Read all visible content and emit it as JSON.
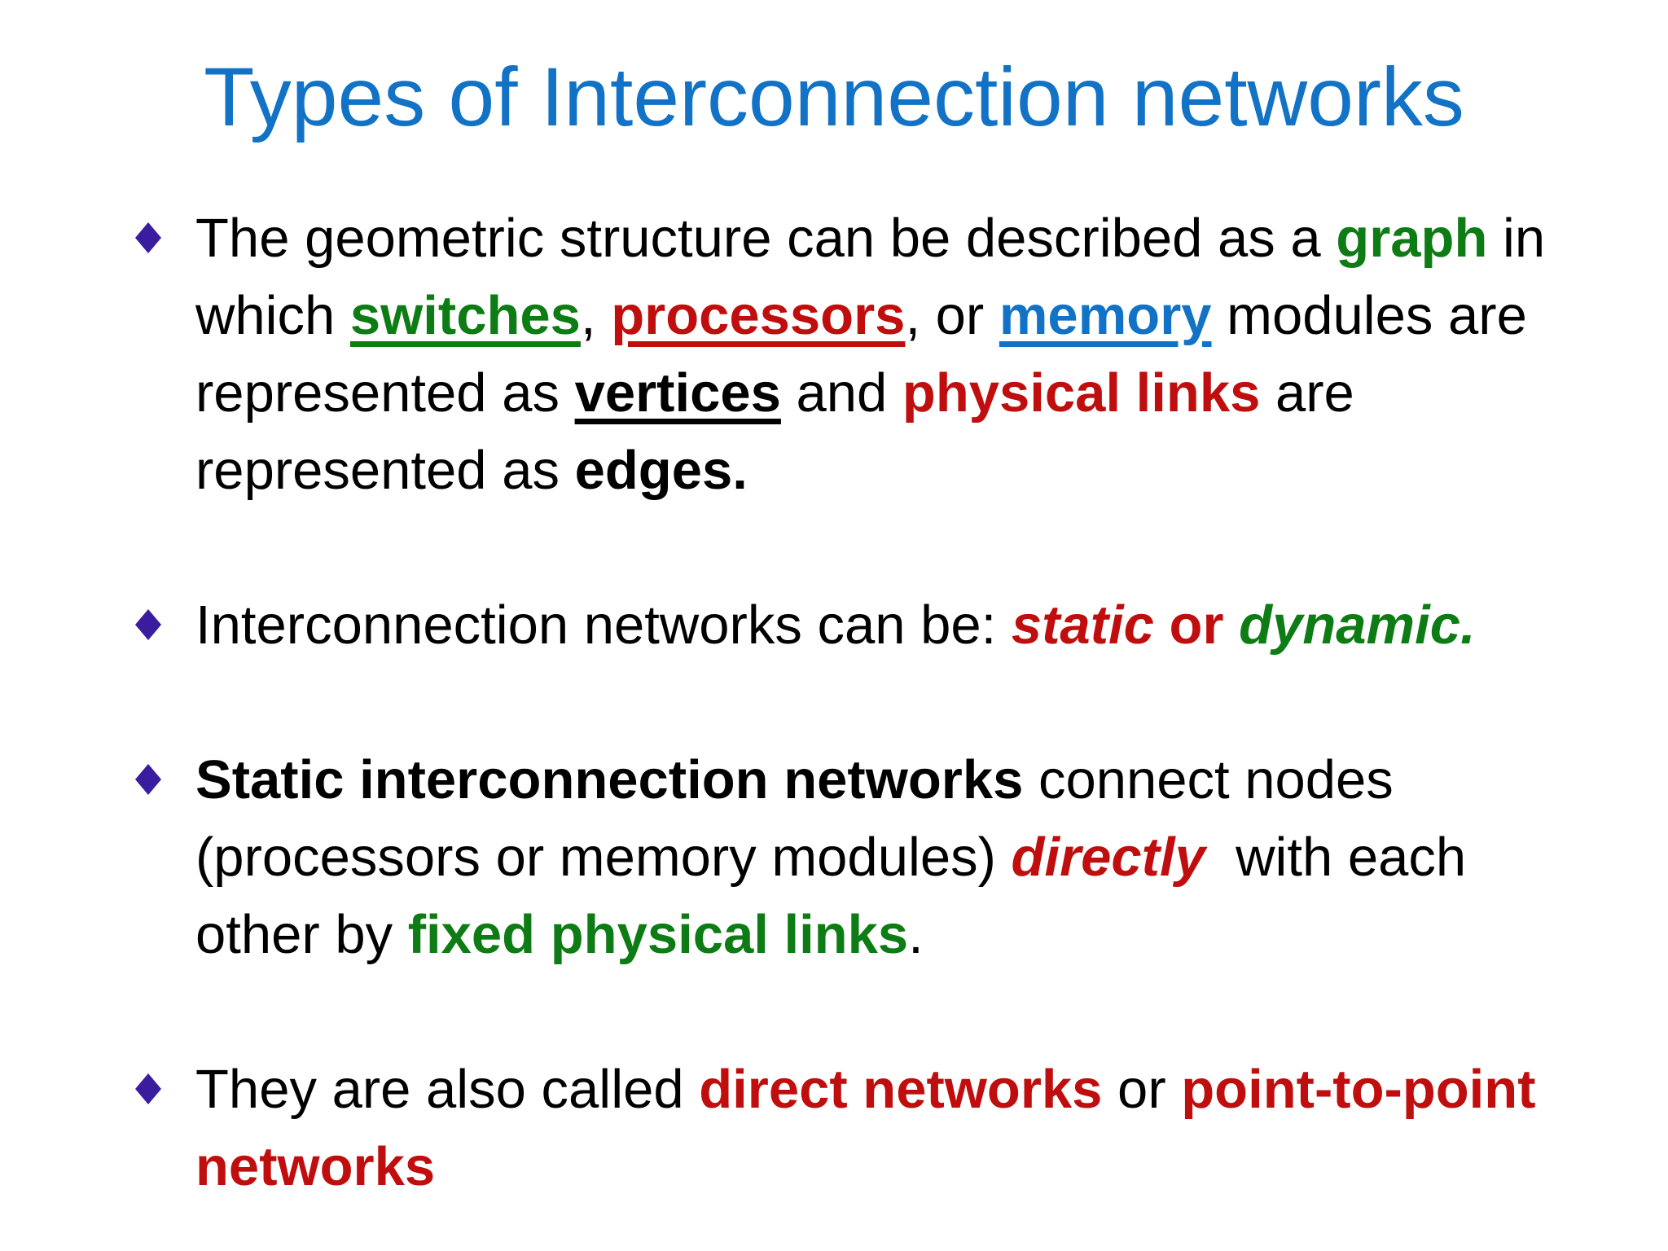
{
  "title": "Types of Interconnection networks",
  "colors": {
    "title_blue": "#1273c6",
    "red": "#c00d0d",
    "green": "#0e7c14",
    "blue": "#1273c6",
    "black": "#000000",
    "bullet_diamond": "#3a1d9e",
    "background": "#ffffff"
  },
  "bullets": [
    {
      "runs": [
        {
          "t": "The geometric structure can be described as a "
        },
        {
          "t": "graph",
          "c": "green",
          "b": true
        },
        {
          "t": " in\nwhich "
        },
        {
          "t": "switches",
          "c": "green",
          "b": true,
          "u": true
        },
        {
          "t": ", "
        },
        {
          "t": "processors",
          "c": "red",
          "b": true,
          "u": true
        },
        {
          "t": ", or "
        },
        {
          "t": "memory",
          "c": "blue",
          "b": true,
          "u": true
        },
        {
          "t": " modules are\nrepresented as "
        },
        {
          "t": "vertices",
          "b": true,
          "u": true
        },
        {
          "t": " and "
        },
        {
          "t": "physical links",
          "c": "red",
          "b": true
        },
        {
          "t": " are\nrepresented as "
        },
        {
          "t": "edges.",
          "b": true
        }
      ]
    },
    {
      "runs": [
        {
          "t": "Interconnection networks can be: "
        },
        {
          "t": "static",
          "c": "red",
          "b": true,
          "i": true
        },
        {
          "t": " "
        },
        {
          "t": "or",
          "c": "red",
          "b": true
        },
        {
          "t": " "
        },
        {
          "t": "dynamic.",
          "c": "green",
          "b": true,
          "i": true
        }
      ]
    },
    {
      "runs": [
        {
          "t": "Static interconnection networks",
          "b": true
        },
        {
          "t": " connect nodes\n(processors or memory modules) "
        },
        {
          "t": "directly",
          "c": "red",
          "b": true,
          "i": true
        },
        {
          "t": "  with each\nother by "
        },
        {
          "t": "fixed physical links",
          "c": "green",
          "b": true
        },
        {
          "t": "."
        }
      ]
    },
    {
      "runs": [
        {
          "t": "They are also called "
        },
        {
          "t": "direct networks",
          "c": "red",
          "b": true
        },
        {
          "t": " or "
        },
        {
          "t": "point-to-point\nnetworks",
          "c": "red",
          "b": true
        }
      ]
    }
  ]
}
